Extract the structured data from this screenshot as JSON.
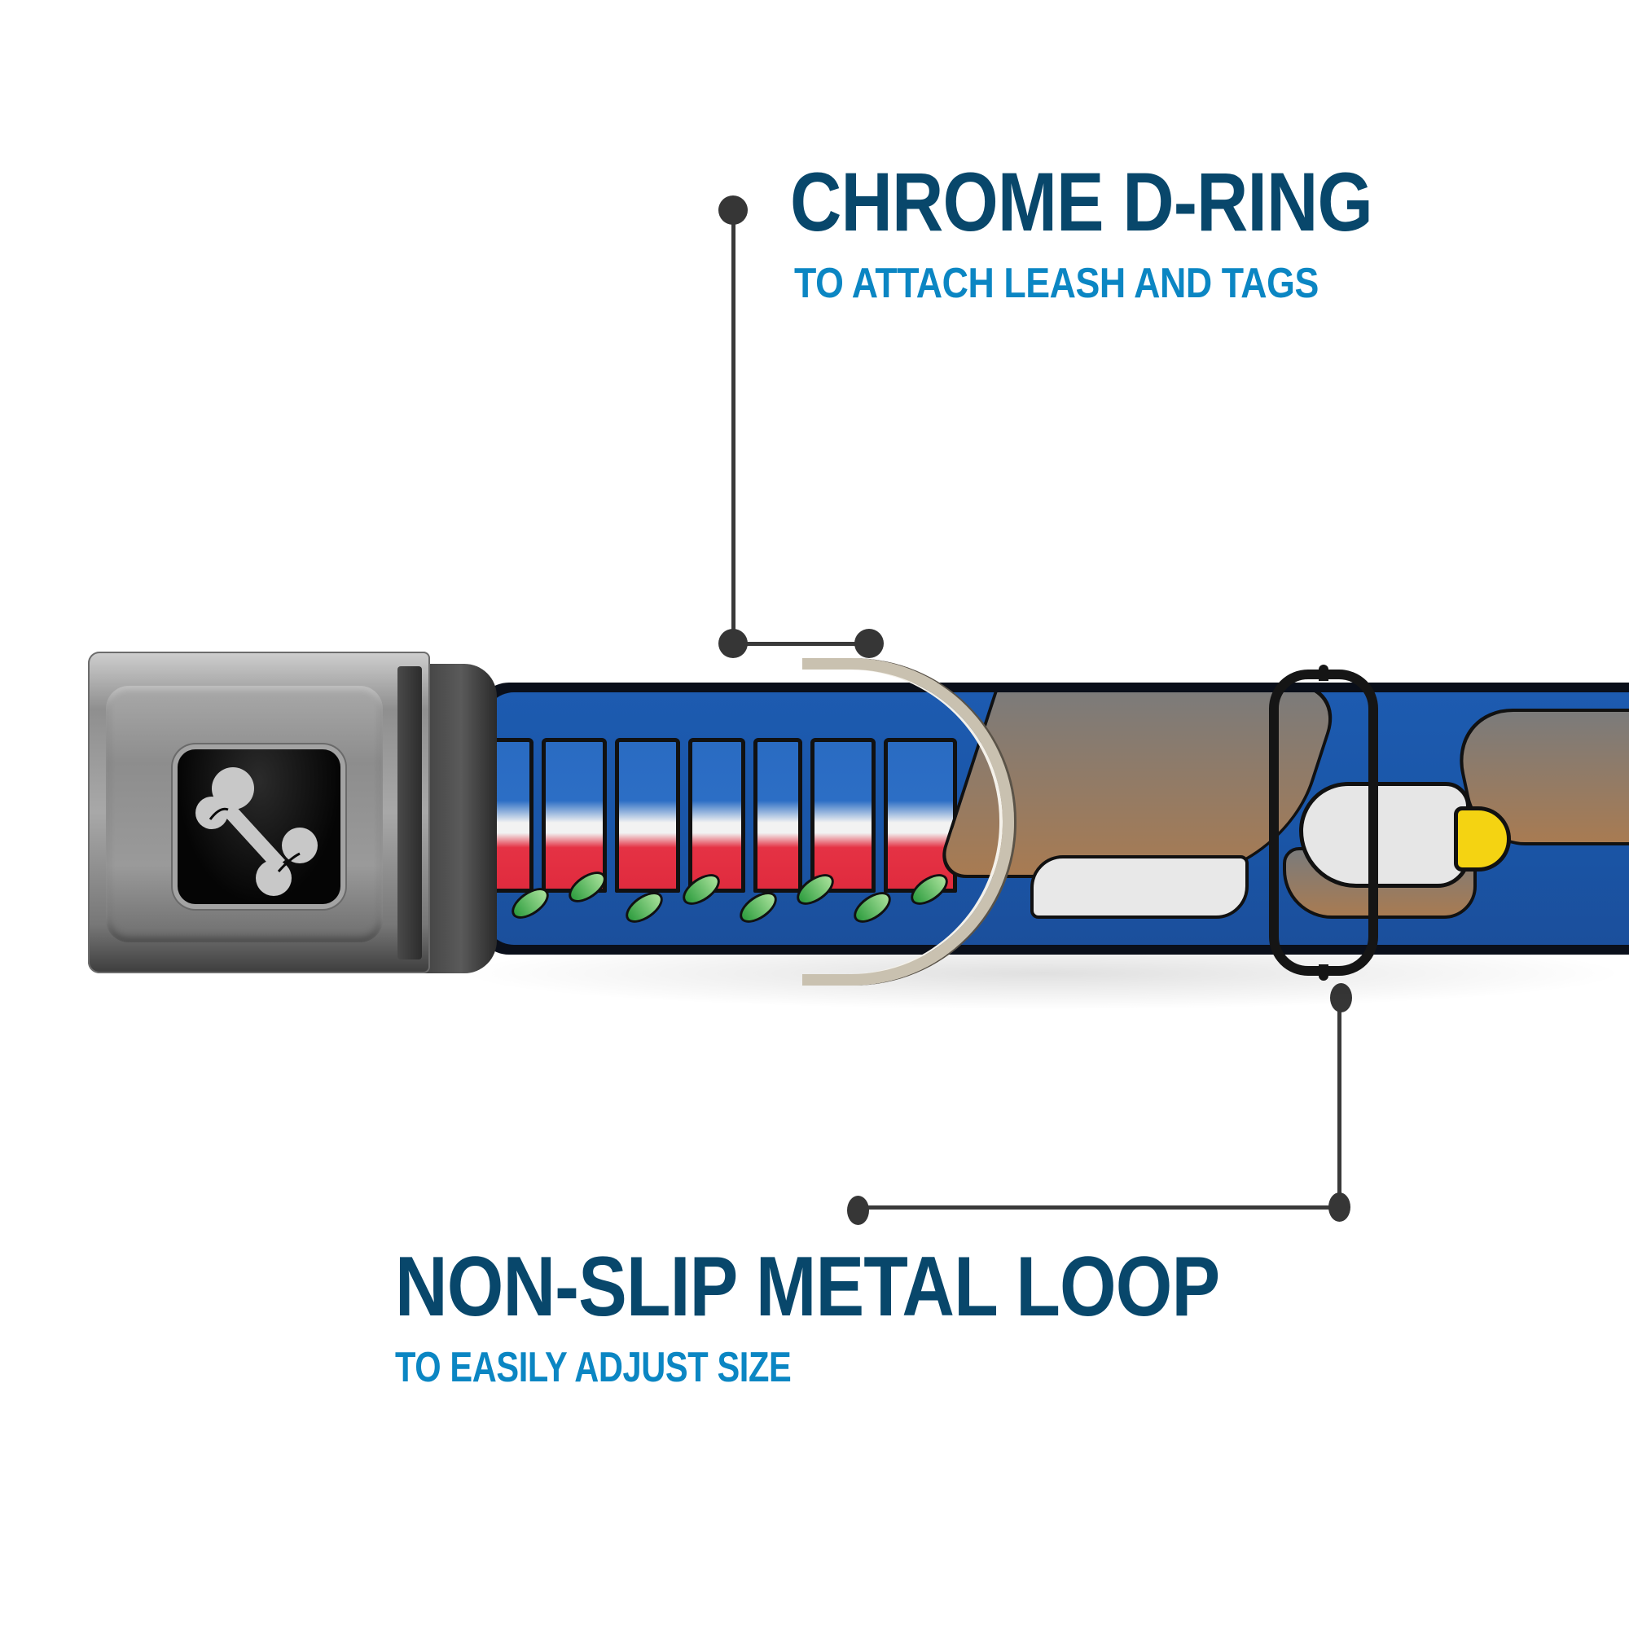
{
  "callouts": [
    {
      "id": "d-ring",
      "title": "CHROME D-RING",
      "subtitle": "TO ATTACH LEASH AND TAGS"
    },
    {
      "id": "metal-loop",
      "title": "NON-SLIP METAL LOOP",
      "subtitle": "TO EASILY ADJUST SIZE"
    }
  ],
  "product": {
    "buckle_icon": "bone-icon",
    "strap_design": "justice-eagle-print",
    "parts": [
      "seatbelt-buckle",
      "printed-strap",
      "d-ring",
      "loop-keeper"
    ]
  },
  "colors": {
    "title": "#08476b",
    "subtitle": "#0b86c3",
    "callout_line": "#363636",
    "strap_blue": "#1d5bb0"
  }
}
